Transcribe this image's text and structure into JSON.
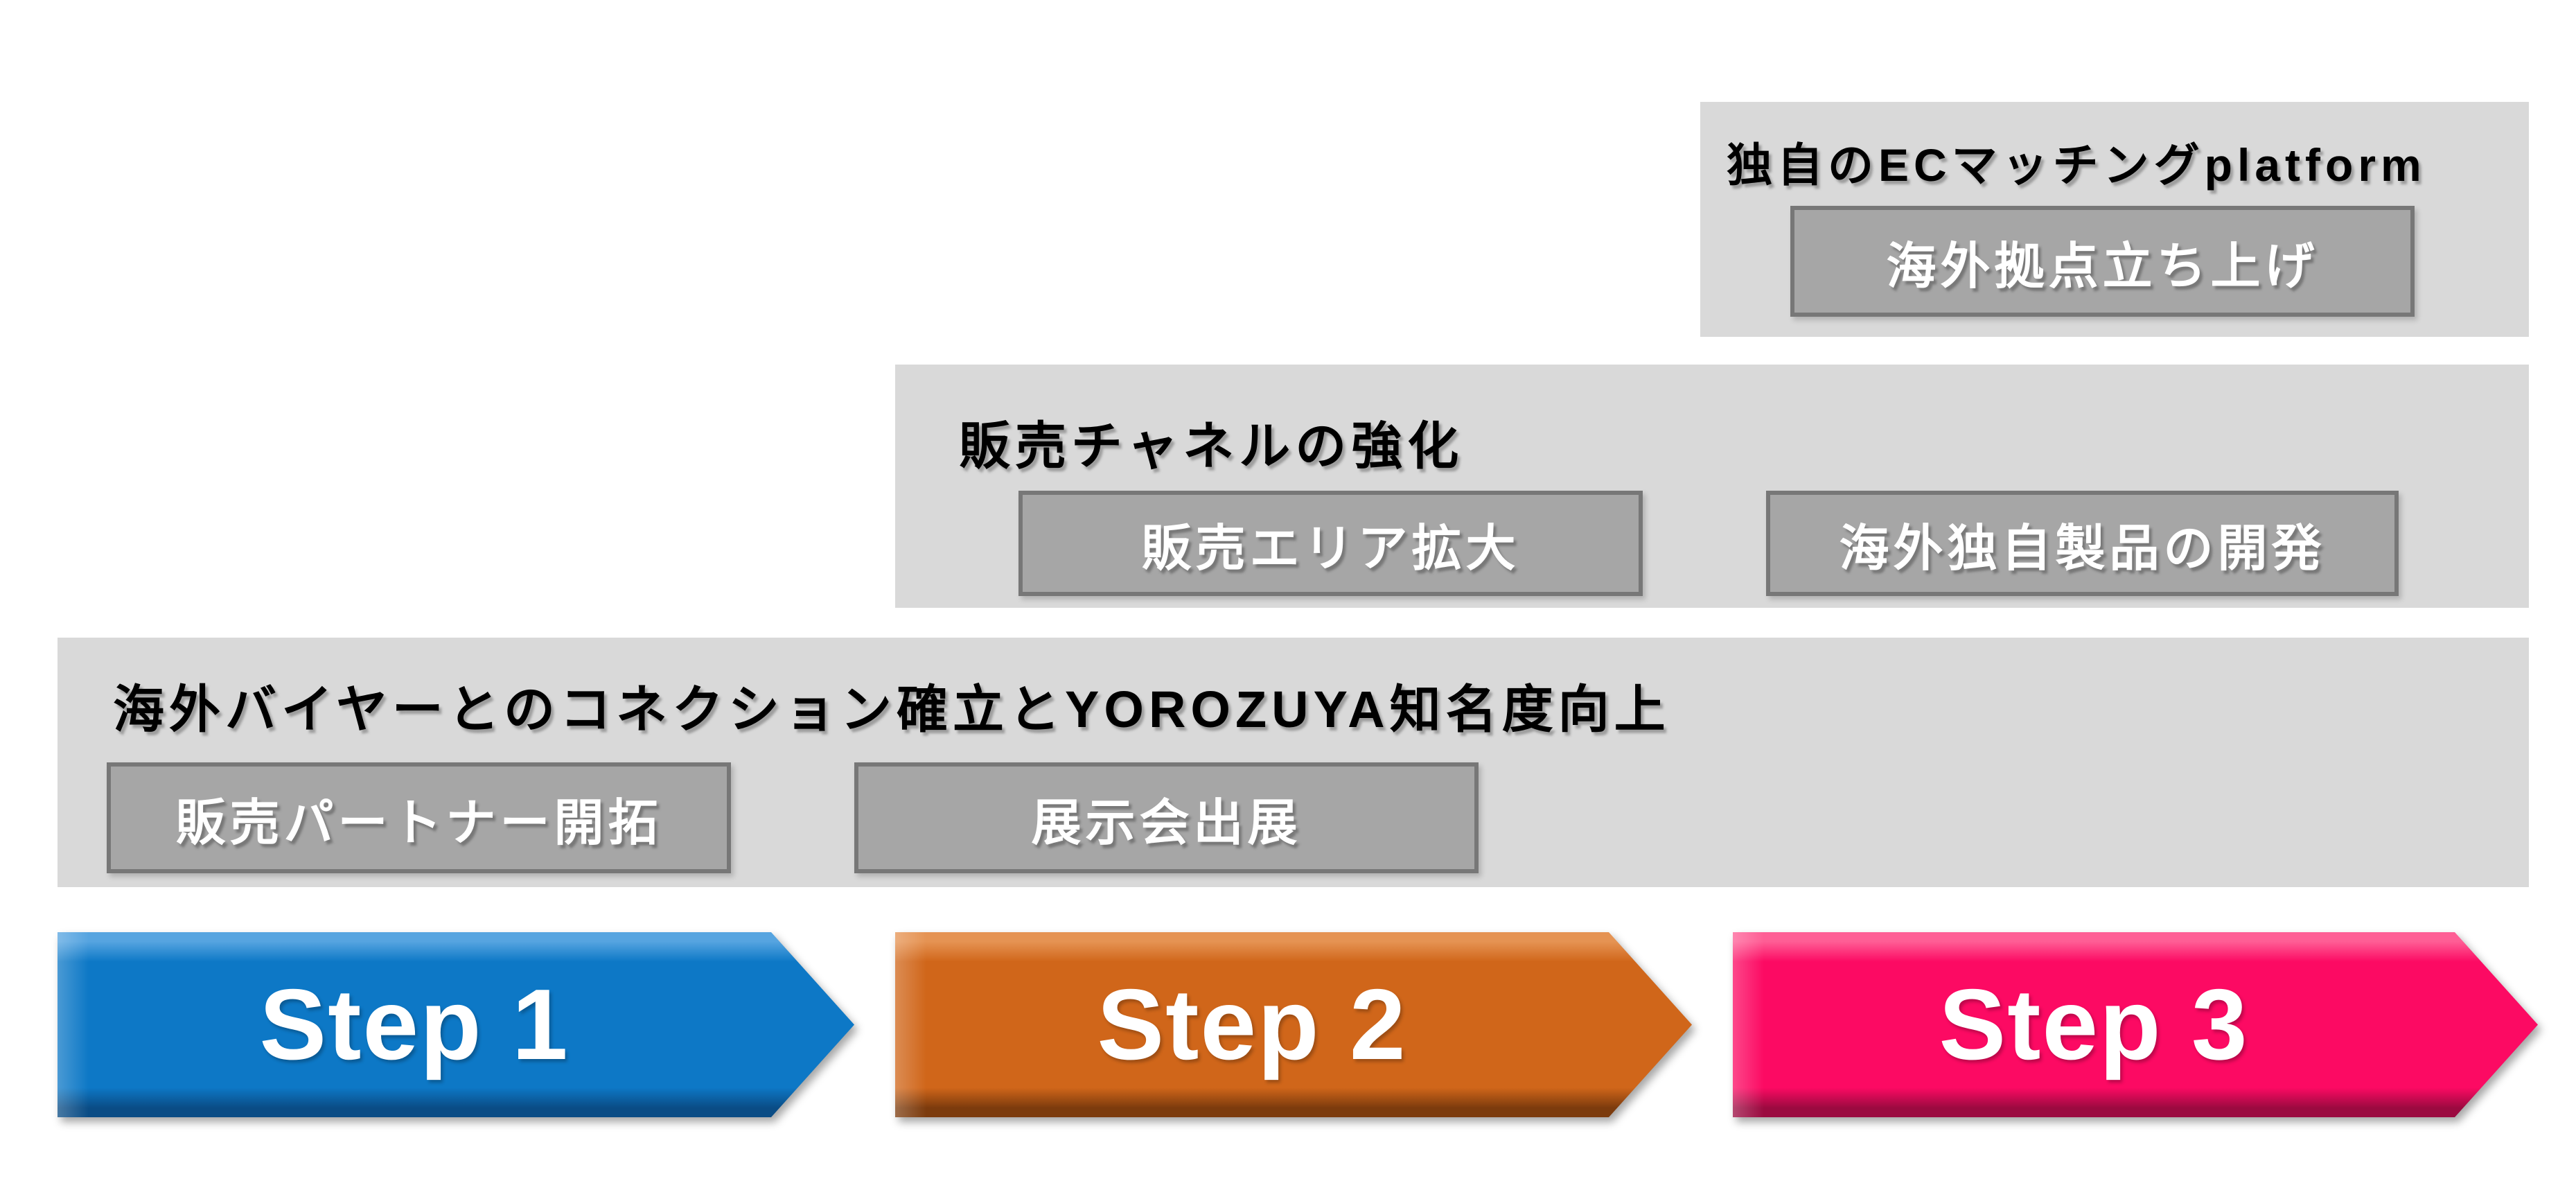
{
  "slide": {
    "background": "#FFFFFF"
  },
  "colors": {
    "slide_bg": "#FFFFFF",
    "box_bg": "#D9D9D9",
    "tag_bg": "#A6A6A6",
    "tag_border": "#777777",
    "tag_text": "#FFFFFF",
    "title_text": "#000000",
    "step_text": "#FFFFFF"
  },
  "phases": [
    {
      "position": "top",
      "title": "独自のECマッチングplatform",
      "tags": [
        "海外拠点立ち上げ"
      ]
    },
    {
      "position": "middle",
      "title": "販売チャネルの強化",
      "tags": [
        "販売エリア拡大",
        "海外独自製品の開発"
      ]
    },
    {
      "position": "bottom",
      "title": "海外バイヤーとのコネクション確立とYOROZUYA知名度向上",
      "tags": [
        "販売パートナー開拓",
        "展示会出展"
      ]
    }
  ],
  "steps": [
    {
      "label": "Step 1",
      "colors": {
        "main": "#0D78C6",
        "light": "#56A4E0",
        "dark": "#0A4C85"
      }
    },
    {
      "label": "Step 2",
      "colors": {
        "main": "#D0661A",
        "light": "#E59353",
        "dark": "#7C3B0D"
      }
    },
    {
      "label": "Step 3",
      "colors": {
        "main": "#FC0A63",
        "light": "#FE5E95",
        "dark": "#9B0A40"
      }
    }
  ]
}
